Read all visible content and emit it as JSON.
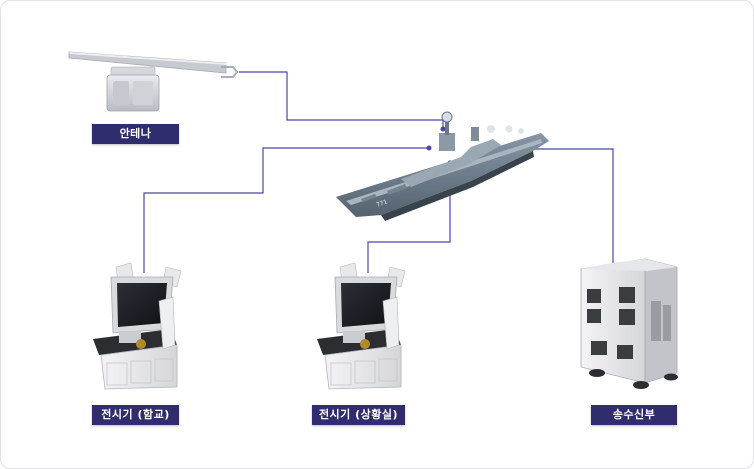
{
  "colors": {
    "label_bg": "#2f2d6e",
    "label_text": "#ffffff",
    "connector": "#4b47a8",
    "background": "#ffffff"
  },
  "labels": {
    "antenna": "안테나",
    "console_ship": "전시기 (함교)",
    "console_situation": "전시기 (상황실)",
    "transceiver": "송수신부"
  },
  "icons": [
    "antenna-unit",
    "warship",
    "display-console",
    "transceiver-cabinet"
  ]
}
